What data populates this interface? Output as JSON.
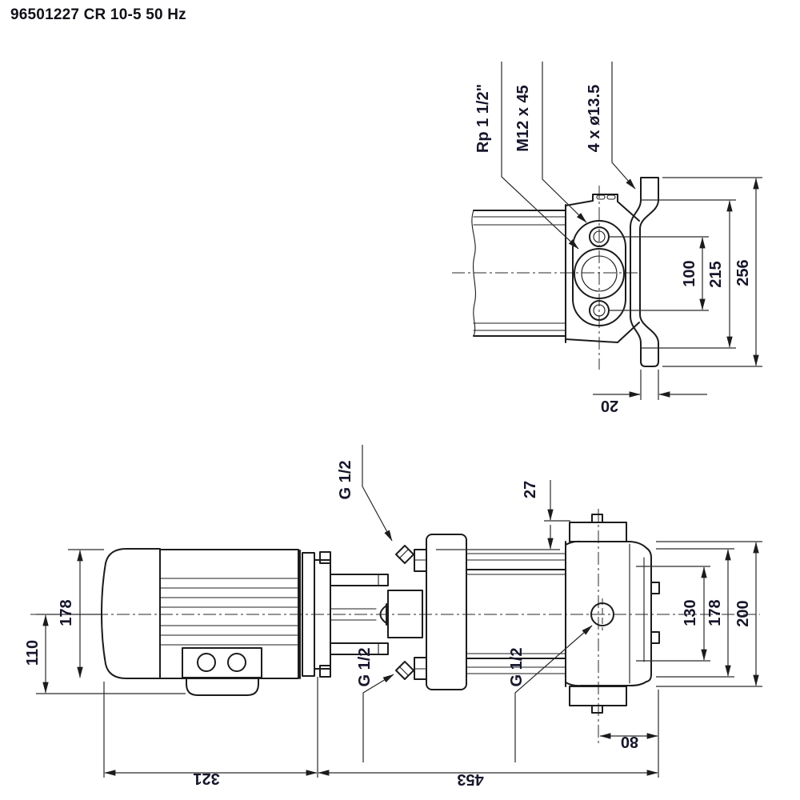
{
  "title": "96501227 CR 10-5 50 Hz",
  "top_view": {
    "callout_port_thread": "Rp 1 1/2\"",
    "callout_bolt": "M12 x 45",
    "callout_holes": "4 x ø13.5",
    "dim_port_spacing": "100",
    "dim_inner_height": "215",
    "dim_overall_height": "256",
    "dim_foot_lip": "20"
  },
  "side_view": {
    "callout_vent": "G 1/2",
    "callout_drain": "G 1/2",
    "callout_gauge": "G 1/2",
    "dim_flange_offset": "27",
    "dim_base_face": "130",
    "dim_base_mid": "178",
    "dim_base_overall": "200",
    "dim_motor_diameter": "178",
    "dim_centerline_to_box": "110",
    "dim_port_to_edge": "80",
    "dim_motor_length": "321",
    "dim_pump_length": "453"
  }
}
